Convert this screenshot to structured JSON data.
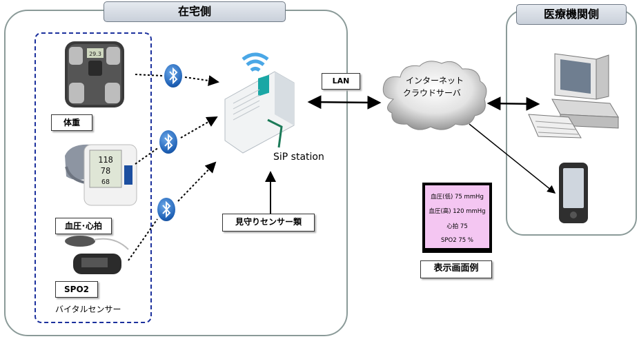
{
  "zones": {
    "home": "在宅側",
    "medical": "医療機関側"
  },
  "sensors": {
    "weight": "体重",
    "bp": "血圧･心拍",
    "spo2": "SPO2",
    "group_label": "バイタルセンサー"
  },
  "hub": {
    "name": "SiP station",
    "watch_sensors": "見守りセンサー類"
  },
  "network": {
    "lan": "LAN",
    "cloud_line1": "インターネット",
    "cloud_line2": "クラウドサーバ"
  },
  "display_example": {
    "caption": "表示画面例",
    "lines": [
      "血圧(低) 75 mmHg",
      "血圧(高) 120 mmHg",
      "心拍 75",
      "SPO2 75 %"
    ]
  },
  "colors": {
    "bluetooth": "#1d5fb4",
    "screen_bg": "#f4c6f2",
    "group_border": "#1a2f9c"
  }
}
